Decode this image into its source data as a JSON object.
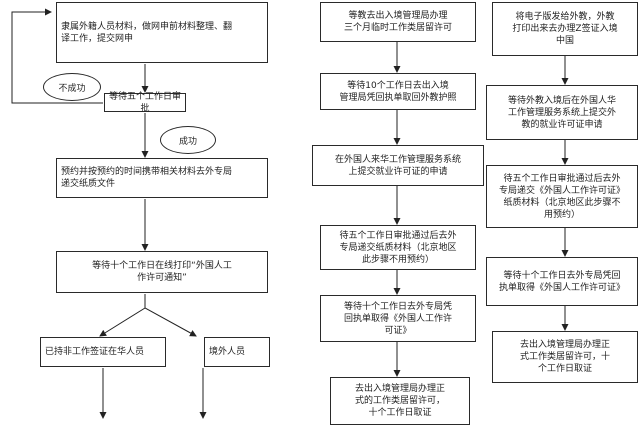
{
  "flowchart": {
    "col1": {
      "step1": "隶属外籍人员材料，做网申前材料整理、翻\n译工作，提交网申",
      "step2": "等待五个工作日审批",
      "unsuccessful": "不成功",
      "successful": "成功",
      "step3": "预约并按预约的时间携带相关材料去外专局\n递交纸质文件",
      "step4": "等待十个工作日在线打印“外国人工\n作许可通知”",
      "branch_left": "已持非工作签证在华人员",
      "branch_right": "境外人员"
    },
    "col2": {
      "step1": "等教去出入境管理局办理\n三个月临时工作类居留许可",
      "step2": "等待10个工作日去出入境\n管理局凭回执单取回外教护照",
      "step3": "在外国人来华工作管理服务系统\n上提交就业许可证的申请",
      "step4": "待五个工作日审批通过后去外\n专局递交纸质材料（北京地区\n此步骤不用预约）",
      "step5": "等待十个工作日去外专局凭\n回执单取得《外国人工作许\n可证》",
      "step6": "去出入境管理局办理正\n式的工作类居留许可，\n十个工作日取证"
    },
    "col3": {
      "step1": "将电子版发给外教，外教\n打印出来去办理Z签证入境\n中国",
      "step2": "等待外教入境后在外国人华\n工作管理服务系统上提交外\n教的就业许可证申请",
      "step3": "待五个工作日审批通过后去外\n专局递交《外国人工作许可证》\n纸质材料（北京地区此步骤不\n用预约）",
      "step4": "等待十个工作日去外专局凭回\n执单取得《外国人工作许可证》",
      "step5": "去出入境管理局办理正\n式工作类居留许可，十\n个工作日取证"
    }
  }
}
